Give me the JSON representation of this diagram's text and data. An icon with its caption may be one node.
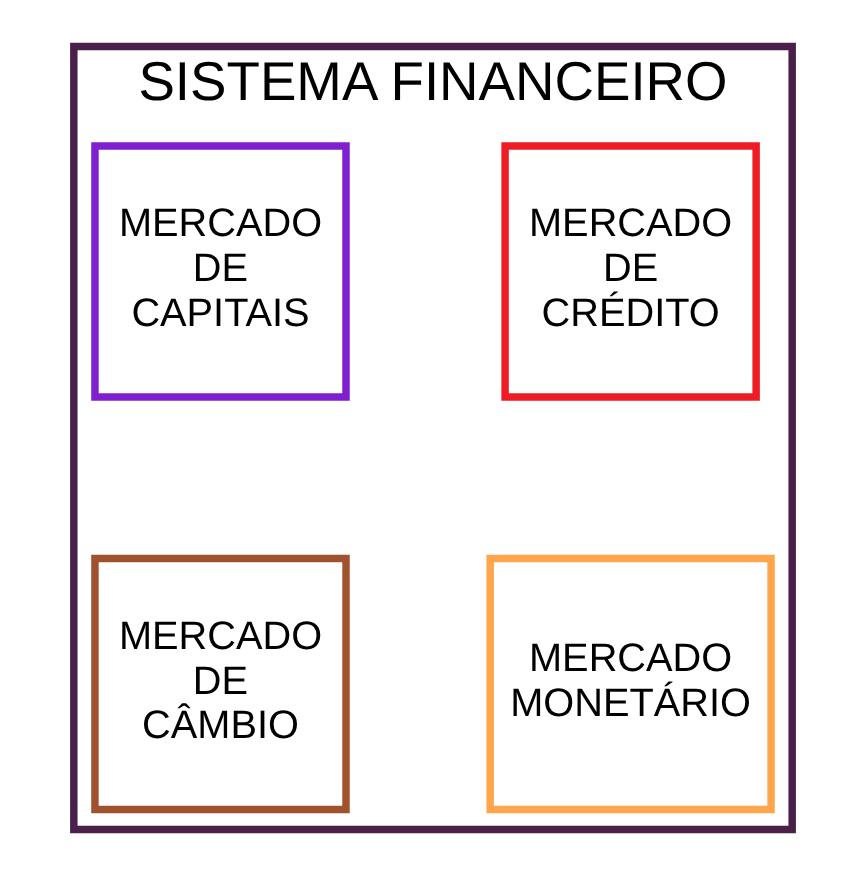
{
  "diagram": {
    "nodes": [
      {
        "text": [
          "SISTEMA FINANCEIRO"
        ]
      },
      {
        "text": [
          "MERCADO DE CRÉDITO"
        ],
        "in": 0
      },
      {
        "text": [
          "MERCADO DE CAPITAIS"
        ],
        "in": 0
      },
      {
        "text": [
          "MERCADO MONETÁRIO"
        ],
        "in": 0
      },
      {
        "text": [
          "MERCADO DE CÂMBIO"
        ],
        "in": 0
      }
    ],
    "edges": []
  }
}
